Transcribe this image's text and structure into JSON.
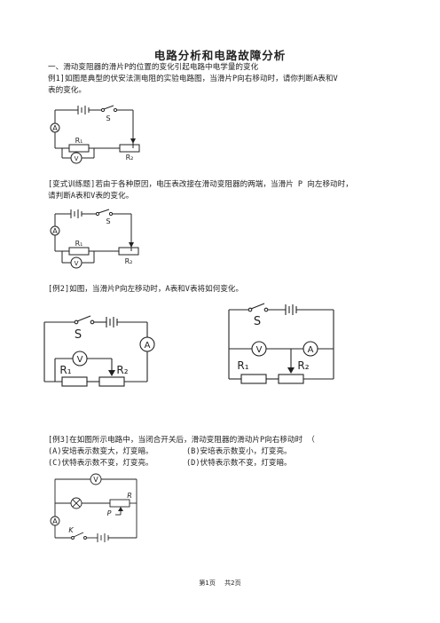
{
  "title": "电路分析和电路故障分析",
  "section1": "一、滑动变阻器的滑片P的位置的变化引起电路中电学量的变化",
  "ex1_line1": "例1]如图是典型的伏安法测电阻的实验电路图，当滑片P向右移动时，请你判断A表和V",
  "ex1_line2": "表的变化。",
  "var_line1": "[变式训练题]若由于各种原因，电压表改接在滑动变阻器的两端，当滑片 P 向左移动时，",
  "var_line2": "请判断A表和V表的变化。",
  "ex2": "[例2]如图，当滑片P向左移动时，A表和V表将如何变化。",
  "ex3_line1": "[例3]在如图所示电路中，当闭合开关后，滑动变阻器的滑动片P向右移动时  （",
  "ex3_optA": "(A)安培表示数变大，灯变暗。",
  "ex3_optB": "(B)安培表示数变小，灯变亮。",
  "ex3_optC": "(C)伏特表示数不变，灯变亮。",
  "ex3_optD": "(D)伏特表示数不变，灯变暗。",
  "labels": {
    "S": "S",
    "A": "A",
    "V": "V",
    "R1": "R₁",
    "R2": "R₂",
    "R": "R",
    "P": "P",
    "K": "K"
  },
  "footer": {
    "page": "第1页",
    "total": "共2页"
  }
}
